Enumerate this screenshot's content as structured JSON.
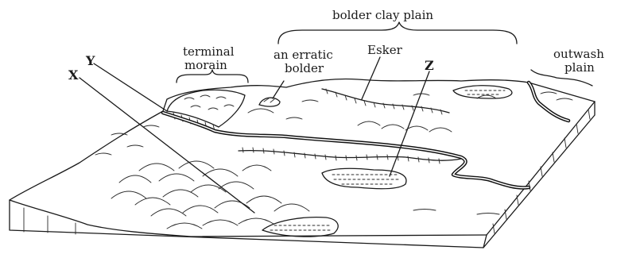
{
  "labels": {
    "bolder_clay_plain": "bolder clay plain",
    "terminal": "terminal",
    "morain": "morain",
    "an_erratic": "an erratic",
    "bolder": "bolder",
    "esker": "Esker",
    "outwash": "outwash",
    "plain": "plain",
    "x": "X",
    "y": "Y",
    "z": "Z"
  },
  "colors": {
    "ink": "#1a1a1a",
    "background": "#ffffff"
  }
}
